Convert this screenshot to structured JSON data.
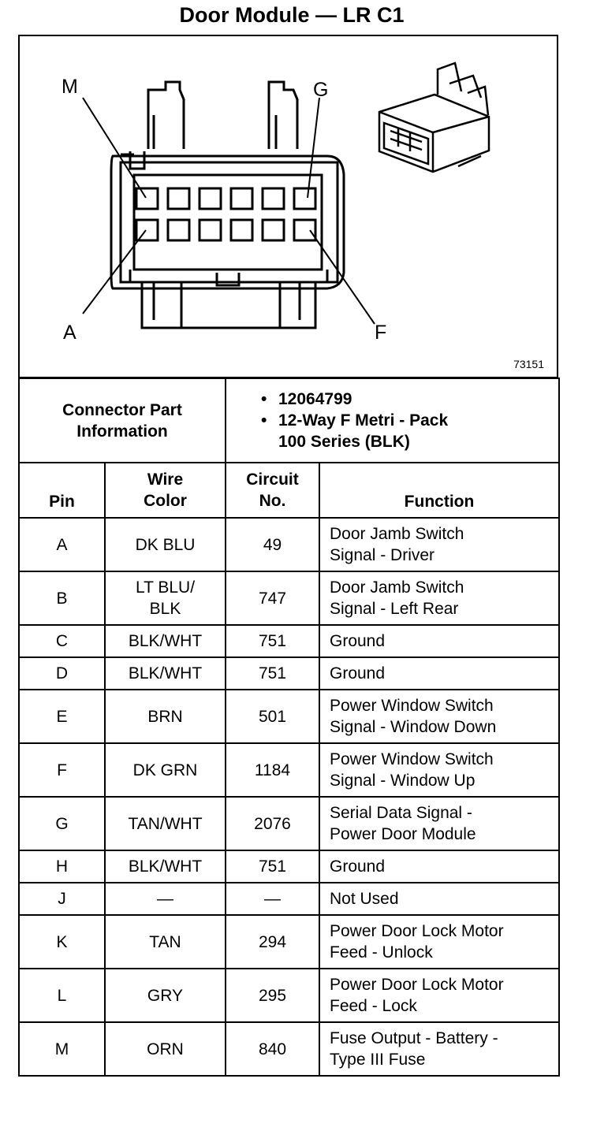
{
  "title": "Door Module — LR C1",
  "figure": {
    "pin_labels": {
      "m": "M",
      "g": "G",
      "a": "A",
      "f": "F"
    },
    "number": "73151"
  },
  "connector_info": {
    "label_line1": "Connector Part",
    "label_line2": "Information",
    "part_number": "12064799",
    "description_line1": "12-Way F Metri - Pack",
    "description_line2": "100 Series (BLK)"
  },
  "headers": {
    "pin": "Pin",
    "wire_color_line1": "Wire",
    "wire_color_line2": "Color",
    "circuit_line1": "Circuit",
    "circuit_line2": "No.",
    "function": "Function"
  },
  "rows": [
    {
      "pin": "A",
      "color1": "DK BLU",
      "color2": "",
      "circuit": "49",
      "f1": "Door Jamb Switch",
      "f2": "Signal - Driver"
    },
    {
      "pin": "B",
      "color1": "LT BLU/",
      "color2": "BLK",
      "circuit": "747",
      "f1": "Door Jamb Switch",
      "f2": "Signal - Left Rear"
    },
    {
      "pin": "C",
      "color1": "BLK/WHT",
      "color2": "",
      "circuit": "751",
      "f1": "Ground",
      "f2": ""
    },
    {
      "pin": "D",
      "color1": "BLK/WHT",
      "color2": "",
      "circuit": "751",
      "f1": "Ground",
      "f2": ""
    },
    {
      "pin": "E",
      "color1": "BRN",
      "color2": "",
      "circuit": "501",
      "f1": "Power Window Switch",
      "f2": "Signal - Window Down"
    },
    {
      "pin": "F",
      "color1": "DK GRN",
      "color2": "",
      "circuit": "1184",
      "f1": "Power Window Switch",
      "f2": "Signal - Window Up"
    },
    {
      "pin": "G",
      "color1": "TAN/WHT",
      "color2": "",
      "circuit": "2076",
      "f1": "Serial Data Signal -",
      "f2": "Power Door Module"
    },
    {
      "pin": "H",
      "color1": "BLK/WHT",
      "color2": "",
      "circuit": "751",
      "f1": "Ground",
      "f2": ""
    },
    {
      "pin": "J",
      "color1": "—",
      "color2": "",
      "circuit": "—",
      "f1": "Not Used",
      "f2": ""
    },
    {
      "pin": "K",
      "color1": "TAN",
      "color2": "",
      "circuit": "294",
      "f1": "Power Door Lock Motor",
      "f2": "Feed - Unlock"
    },
    {
      "pin": "L",
      "color1": "GRY",
      "color2": "",
      "circuit": "295",
      "f1": "Power Door Lock Motor",
      "f2": "Feed - Lock"
    },
    {
      "pin": "M",
      "color1": "ORN",
      "color2": "",
      "circuit": "840",
      "f1": "Fuse Output - Battery -",
      "f2": "Type III Fuse"
    }
  ]
}
